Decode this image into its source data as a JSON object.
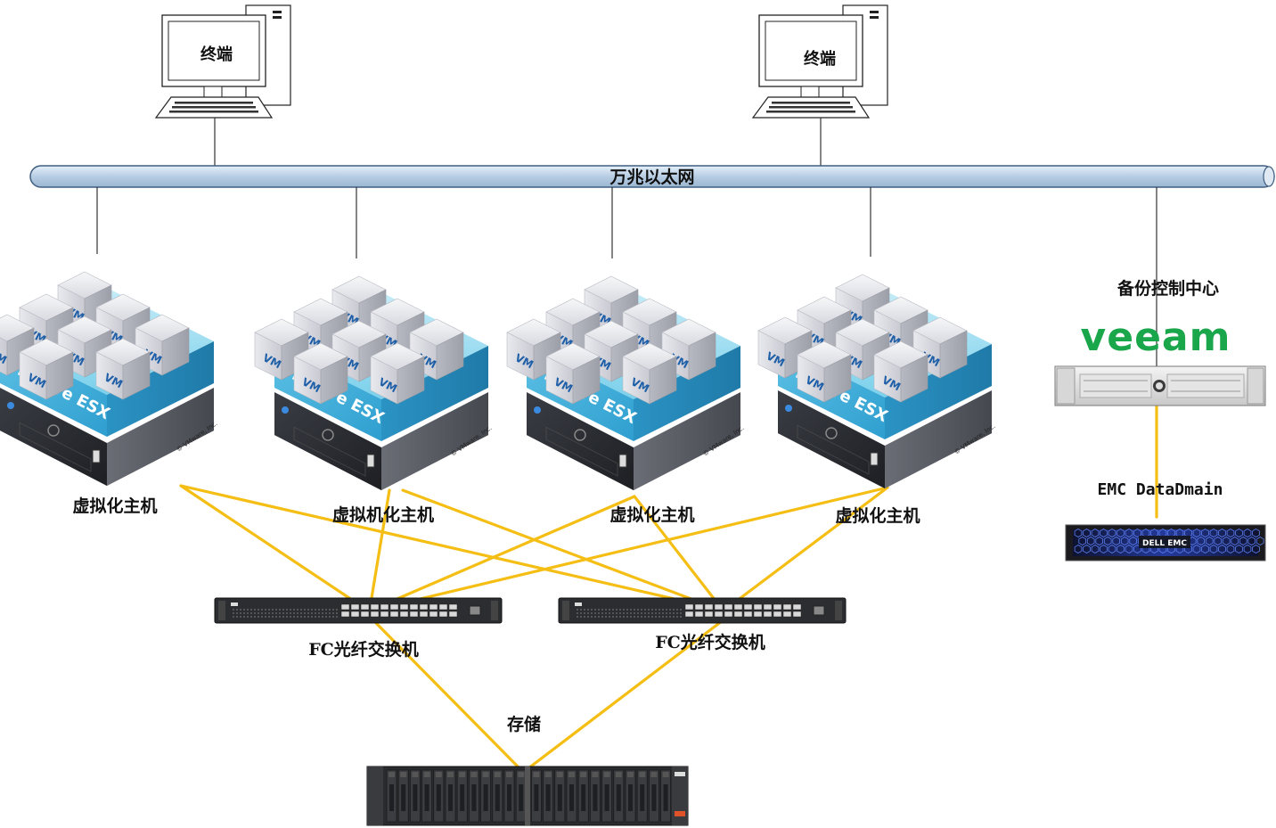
{
  "terminals": [
    {
      "label": "终端"
    },
    {
      "label": "终端"
    }
  ],
  "network": {
    "label": "万兆以太网"
  },
  "hosts": [
    {
      "label": "虚拟化主机",
      "platform": "VMware ESX",
      "vm_label": "VM",
      "copyright": "© VMware, Inc."
    },
    {
      "label": "虚拟机化主机",
      "platform": "VMware ESX",
      "vm_label": "VM",
      "copyright": "© VMware, Inc."
    },
    {
      "label": "虚拟化主机",
      "platform": "VMware ESX",
      "vm_label": "VM",
      "copyright": "© VMware, Inc."
    },
    {
      "label": "虚拟化主机",
      "platform": "VMware ESX",
      "vm_label": "VM",
      "copyright": "© VMware, Inc."
    }
  ],
  "backup": {
    "label": "备份控制中心",
    "logo": "veeam",
    "logo_color": "#1aa64a"
  },
  "datadomain": {
    "label": "EMC DataDmain",
    "logo": "DELL EMC"
  },
  "switches": [
    {
      "label": "FC光纤交换机"
    },
    {
      "label": "FC光纤交换机"
    }
  ],
  "storage": {
    "label": "存储"
  },
  "colors": {
    "fc_link": "#f5be14",
    "ethernet_bus": "#c5d9ec",
    "ethernet_bus_stroke": "#3f5f80"
  }
}
